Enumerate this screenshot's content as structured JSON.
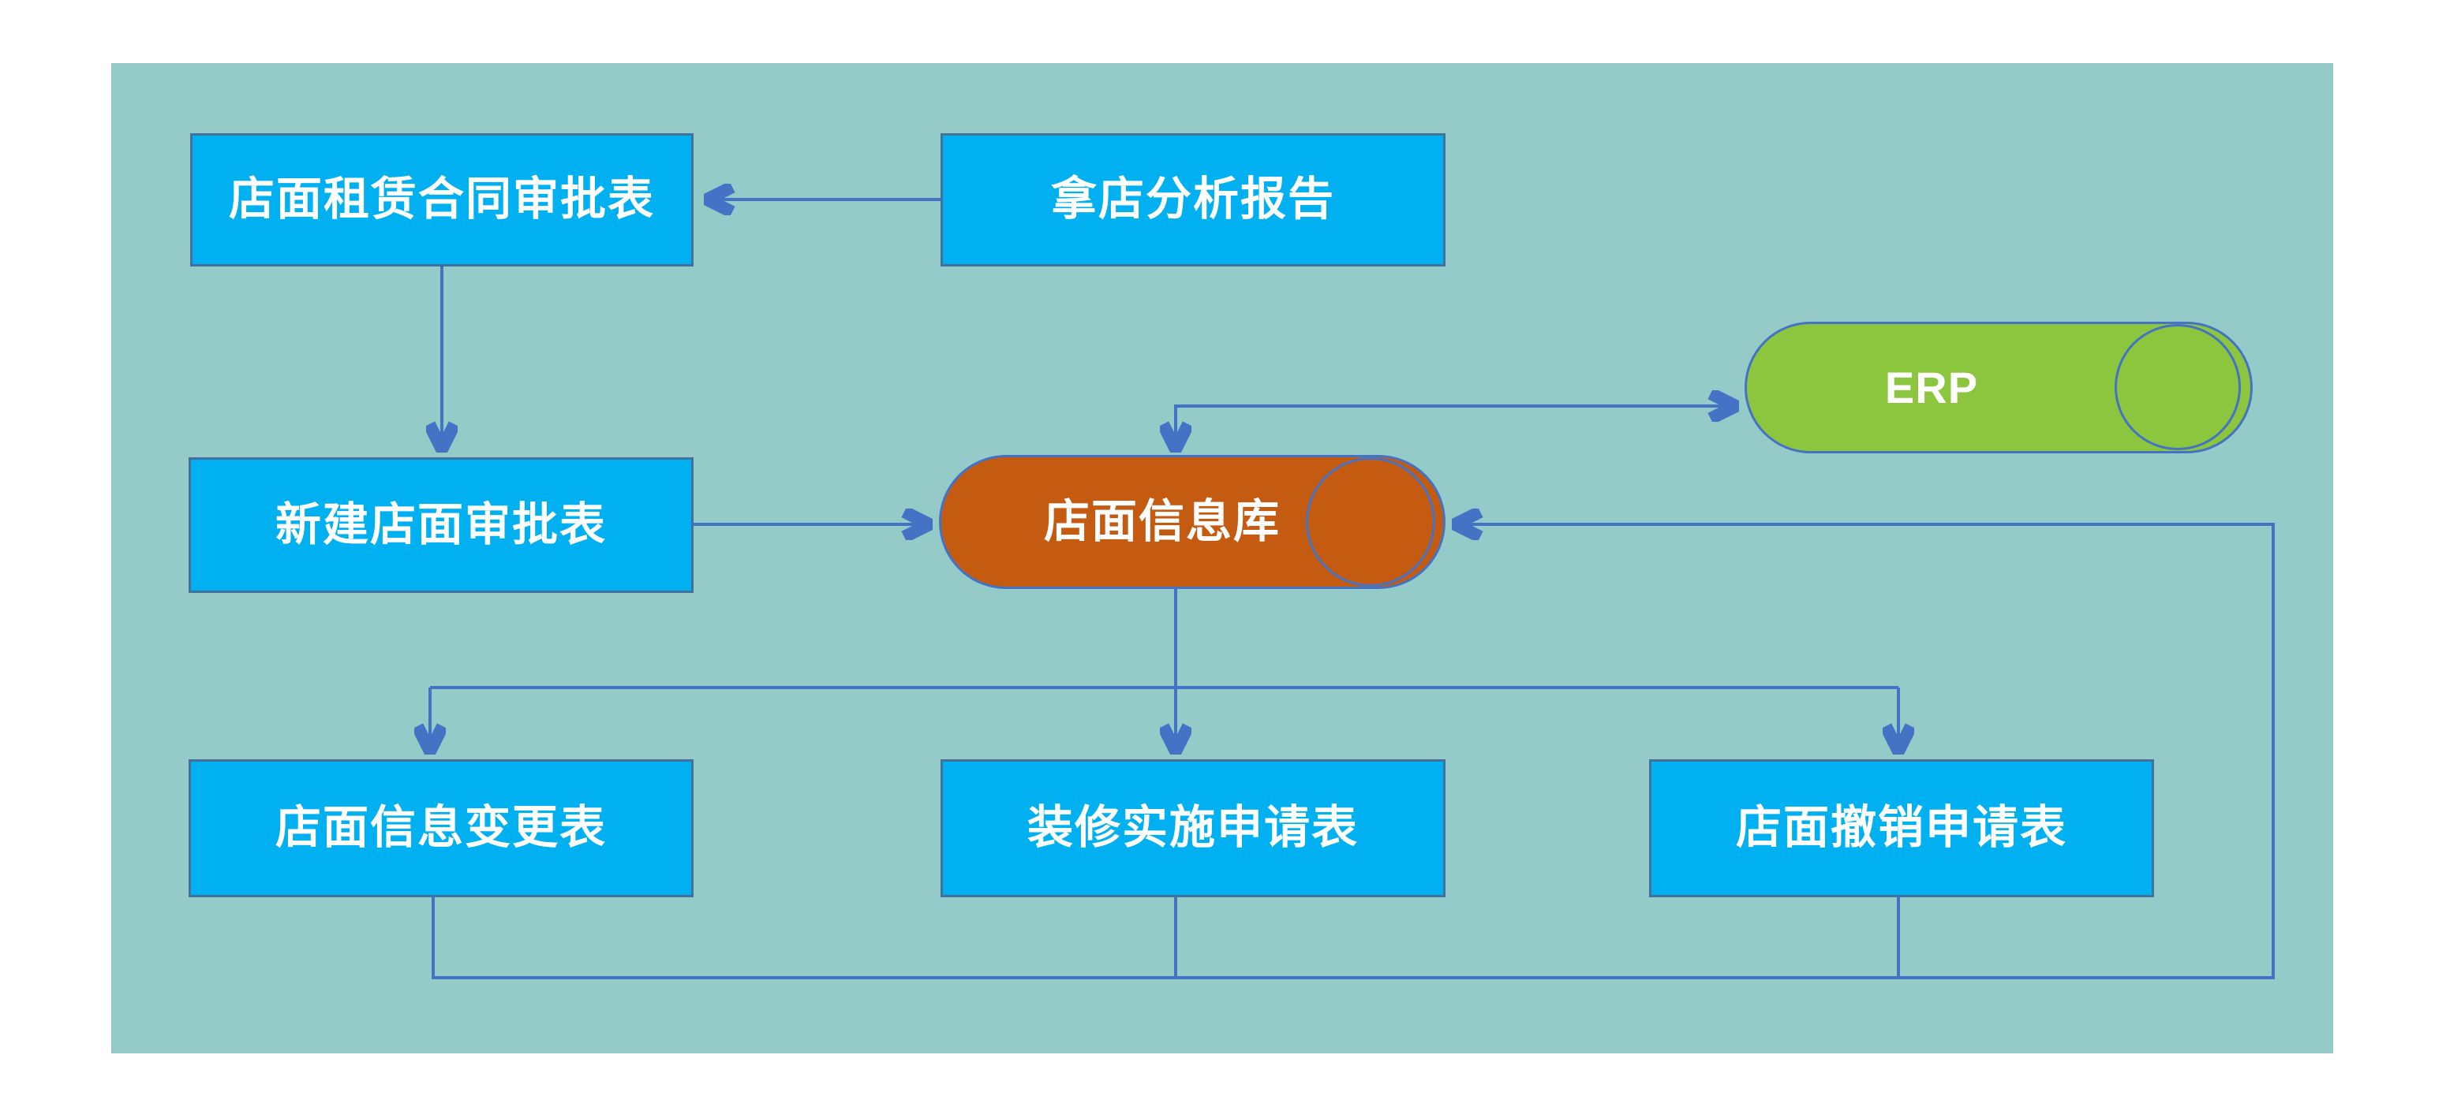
{
  "colors": {
    "panel_bg": "#94cbc8",
    "process_fill": "#00b0f0",
    "process_border": "#41719c",
    "datastore_fill": "#c55a11",
    "erp_fill": "#8cc63f",
    "shape_border": "#4472c4",
    "connector": "#4472c4",
    "text": "#ffffff"
  },
  "nodes": {
    "lease_contract_approval": {
      "label": "店面租赁合同审批表",
      "shape": "rect"
    },
    "store_analysis_report": {
      "label": "拿店分析报告",
      "shape": "rect"
    },
    "new_store_approval": {
      "label": "新建店面审批表",
      "shape": "rect"
    },
    "store_info_db": {
      "label": "店面信息库",
      "shape": "cylinder"
    },
    "erp": {
      "label": "ERP",
      "shape": "cylinder"
    },
    "store_info_change": {
      "label": "店面信息变更表",
      "shape": "rect"
    },
    "renovation_request": {
      "label": "装修实施申请表",
      "shape": "rect"
    },
    "store_closure_request": {
      "label": "店面撤销申请表",
      "shape": "rect"
    }
  },
  "edges": [
    {
      "from": "store_analysis_report",
      "to": "lease_contract_approval",
      "arrow": "end"
    },
    {
      "from": "lease_contract_approval",
      "to": "new_store_approval",
      "arrow": "end"
    },
    {
      "from": "new_store_approval",
      "to": "store_info_db",
      "arrow": "end"
    },
    {
      "from": "store_info_db",
      "to": "erp",
      "arrow": "both"
    },
    {
      "from": "store_info_db",
      "to": "store_info_change",
      "arrow": "end"
    },
    {
      "from": "store_info_db",
      "to": "renovation_request",
      "arrow": "end"
    },
    {
      "from": "store_info_db",
      "to": "store_closure_request",
      "arrow": "end"
    },
    {
      "from": "store_info_change",
      "to": "store_info_db",
      "arrow": "end"
    },
    {
      "from": "renovation_request",
      "to": "store_info_db",
      "arrow": "end"
    },
    {
      "from": "store_closure_request",
      "to": "store_info_db",
      "arrow": "end"
    }
  ]
}
